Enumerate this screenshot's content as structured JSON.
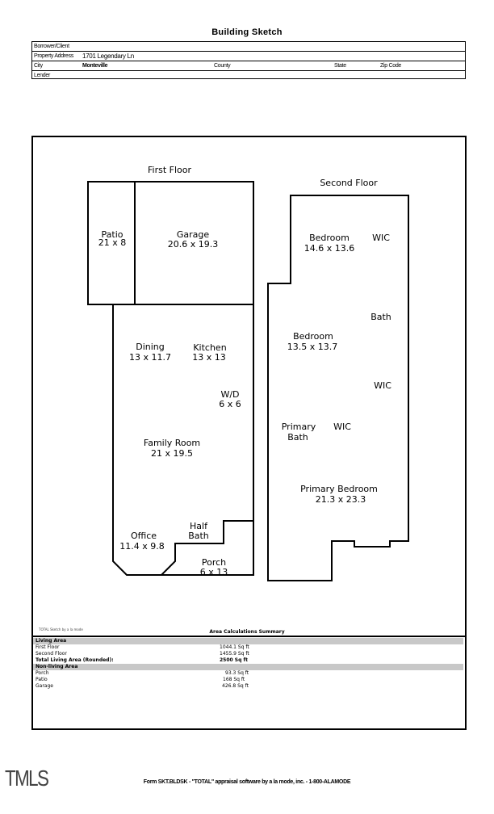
{
  "title": "Building Sketch",
  "header": {
    "borrower_label": "Borrower/Client",
    "borrower": "",
    "address_label": "Property Address",
    "address": "1701 Legendary Ln",
    "city_label": "City",
    "city": "Monteville",
    "county_label": "County",
    "state_label": "State",
    "zip_label": "Zip Code",
    "lender_label": "Lender"
  },
  "sketch": {
    "first_floor": {
      "title": "First Floor",
      "rooms": [
        {
          "name": "Patio",
          "dims": "21 x 8"
        },
        {
          "name": "Garage",
          "dims": "20.6 x 19.3"
        },
        {
          "name": "Dining",
          "dims": "13 x 11.7"
        },
        {
          "name": "Kitchen",
          "dims": "13 x 13"
        },
        {
          "name": "W/D",
          "dims": "6 x 6"
        },
        {
          "name": "Family Room",
          "dims": "21 x 19.5"
        },
        {
          "name": "Half",
          "dims": "Bath"
        },
        {
          "name": "Office",
          "dims": "11.4 x 9.8"
        },
        {
          "name": "Porch",
          "dims": "6 x 13"
        }
      ]
    },
    "second_floor": {
      "title": "Second Floor",
      "rooms": [
        {
          "name": "Bedroom",
          "dims": "14.6 x 13.6"
        },
        {
          "name": "WIC",
          "dims": ""
        },
        {
          "name": "Bath",
          "dims": ""
        },
        {
          "name": "Bedroom",
          "dims": "13.5 x 13.7"
        },
        {
          "name": "WIC",
          "dims": ""
        },
        {
          "name": "Primary",
          "dims": "Bath"
        },
        {
          "name": "WIC",
          "dims": ""
        },
        {
          "name": "Primary Bedroom",
          "dims": "21.3 x 23.3"
        }
      ]
    }
  },
  "summary": {
    "note": "TOTAL Sketch by a la mode",
    "title": "Area Calculations Summary",
    "living_label": "Living Area",
    "living": [
      {
        "label": "First Floor",
        "value": "1044.1 Sq ft"
      },
      {
        "label": "Second Floor",
        "value": "1455.9 Sq ft"
      }
    ],
    "total_label": "Total Living Area (Rounded):",
    "total": "2500 Sq ft",
    "nonliving_label": "Non-living Area",
    "nonliving": [
      {
        "label": "Porch",
        "value": "93.3 Sq ft"
      },
      {
        "label": "Patio",
        "value": "168 Sq ft"
      },
      {
        "label": "Garage",
        "value": "426.8 Sq ft"
      }
    ]
  },
  "footer": "Form SKT.BLDSK - \"TOTAL\" appraisal software by a la mode, inc. - 1-800-ALAMODE",
  "logo": "TMLS"
}
